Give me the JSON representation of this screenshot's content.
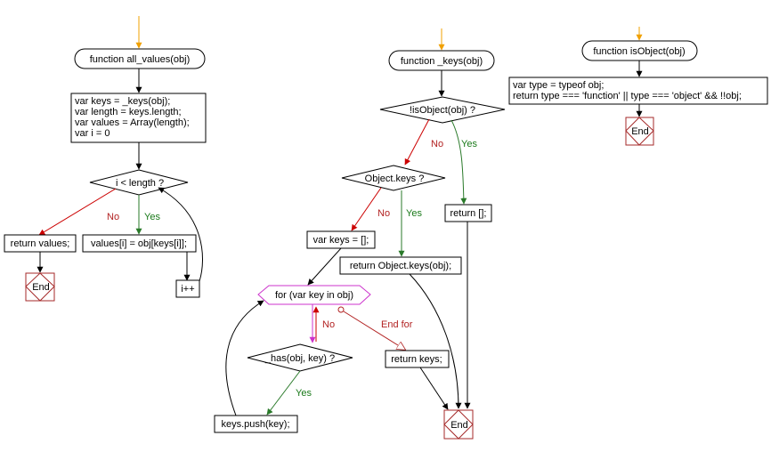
{
  "flow1": {
    "start": "function all_values(obj)",
    "init_lines": [
      "var keys = _keys(obj);",
      "var length = keys.length;",
      "var values = Array(length);",
      "var i = 0"
    ],
    "condition": "i < length ?",
    "no_label": "No",
    "yes_label": "Yes",
    "return_stmt": "return values;",
    "assign_stmt": "values[i] = obj[keys[i]];",
    "increment": "i++",
    "end_label": "End"
  },
  "flow2": {
    "start": "function _keys(obj)",
    "cond_isobject": "!isObject(obj) ?",
    "no_label_1": "No",
    "yes_label_1": "Yes",
    "cond_objectkeys": "Object.keys ?",
    "no_label_2": "No",
    "yes_label_2": "Yes",
    "return_empty": "return [];",
    "var_keys": "var keys = [];",
    "return_objkeys": "return Object.keys(obj);",
    "for_loop": "for (var key in obj)",
    "no_label_3": "No",
    "end_for_label": "End for",
    "cond_has": "_has(obj, key) ?",
    "yes_label_3": "Yes",
    "return_keys": "return keys;",
    "push_stmt": "keys.push(key);",
    "end_label": "End"
  },
  "flow3": {
    "start": "function isObject(obj)",
    "body_lines": [
      "var type = typeof obj;",
      "return type === 'function' || type === 'object' && !!obj;"
    ],
    "end_label": "End"
  },
  "colors": {
    "no": "#b22222",
    "yes": "#1a7a1a",
    "start_arrow": "#f0a000",
    "loop": "#cc33cc",
    "end_symbol": "#a52a2a"
  }
}
